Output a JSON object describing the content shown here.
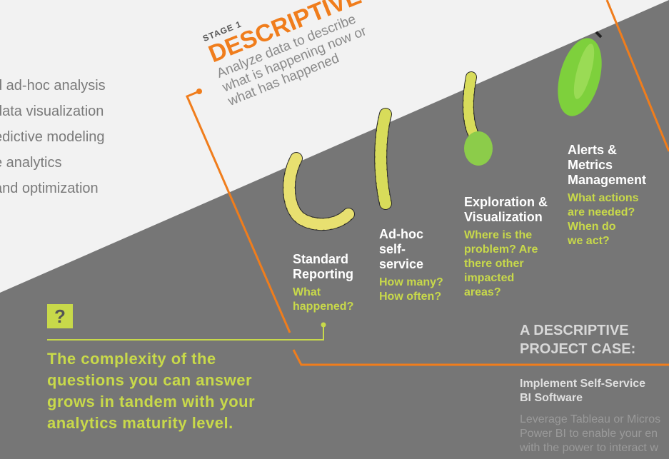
{
  "left_list": [
    "d ad-hoc analysis",
    "data visualization",
    "edictive modeling",
    "e analytics",
    "and optimization"
  ],
  "stage": {
    "label": "STAGE 1",
    "name": "DESCRIPTIVE",
    "description_lines": [
      "Analyze data to describe",
      "what is happening now or",
      "what has happened"
    ]
  },
  "columns": [
    {
      "title_lines": [
        "Standard",
        "Reporting"
      ],
      "question_lines": [
        "What",
        "happened?"
      ]
    },
    {
      "title_lines": [
        "Ad-hoc",
        "self-",
        "service"
      ],
      "question_lines": [
        "How many?",
        "How often?"
      ]
    },
    {
      "title_lines": [
        "Exploration &",
        "Visualization"
      ],
      "question_lines": [
        "Where is the",
        "problem? Are",
        "there other",
        "impacted",
        "areas?"
      ]
    },
    {
      "title_lines": [
        "Alerts &",
        "Metrics",
        "Management"
      ],
      "question_lines": [
        "What actions",
        "are needed?",
        "When do",
        "we act?"
      ]
    }
  ],
  "question_icon": "?",
  "complexity_lines": [
    "The complexity of the",
    "questions you can answer",
    "grows in tandem with your",
    "analytics maturity level."
  ],
  "case": {
    "title_lines": [
      "A DESCRIPTIVE",
      "PROJECT CASE:"
    ],
    "subtitle_lines": [
      "Implement Self-Service",
      "BI Software"
    ],
    "body_lines": [
      "Leverage Tableau or Micros",
      "Power BI to enable your en",
      "with the power to interact w"
    ]
  },
  "colors": {
    "orange": "#f07d1c",
    "lime": "#c8d94a",
    "dark_bg": "#767676",
    "light_bg": "#f2f2f2"
  },
  "icons": [
    "question-icon",
    "chrysalis-stage-1-icon",
    "chrysalis-stage-2-icon",
    "chrysalis-stage-3-icon",
    "chrysalis-stage-4-icon"
  ]
}
